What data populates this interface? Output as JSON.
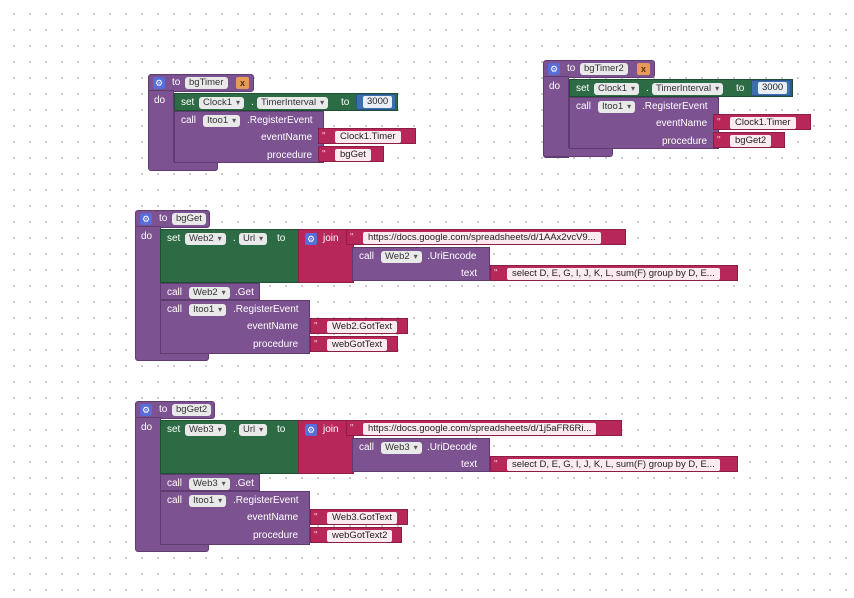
{
  "common": {
    "to": "to",
    "do": "do",
    "set": "set",
    "call": "call",
    "join": "join",
    "dot": ".",
    "to_kw": "to",
    "get": ".Get",
    "register_event": ".RegisterEvent",
    "event_name": "eventName",
    "procedure": "procedure",
    "text": "text",
    "timer_interval": "TimerInterval",
    "url": "Url",
    "uri_encode": ".UriEncode",
    "uri_decode": ".UriDecode",
    "itoo": "Itoo1",
    "clock": "Clock1",
    "gear_glyph": "⚙",
    "x_glyph": "x",
    "quote": "\""
  },
  "procedures": [
    {
      "name": "bgTimer",
      "interval": "3000",
      "event_name": "Clock1.Timer",
      "procedure_value": "bgGet"
    },
    {
      "name": "bgTimer2",
      "interval": "3000",
      "event_name": "Clock1.Timer",
      "procedure_value": "bgGet2"
    },
    {
      "name": "bgGet",
      "web": "Web2",
      "url_text": "https://docs.google.com/spreadsheets/d/1AAx2vcV9...",
      "query": "select D, E, G, I, J, K, L, sum(F) group by D, E...",
      "event_name": "Web2.GotText",
      "procedure_value": "webGotText"
    },
    {
      "name": "bgGet2",
      "web": "Web3",
      "url_text": "https://docs.google.com/spreadsheets/d/1j5aFR6Ri...",
      "query": "select D, E, G, I, J, K, L, sum(F) group by D, E...",
      "event_name": "Web3.GotText",
      "procedure_value": "webGotText2"
    }
  ]
}
